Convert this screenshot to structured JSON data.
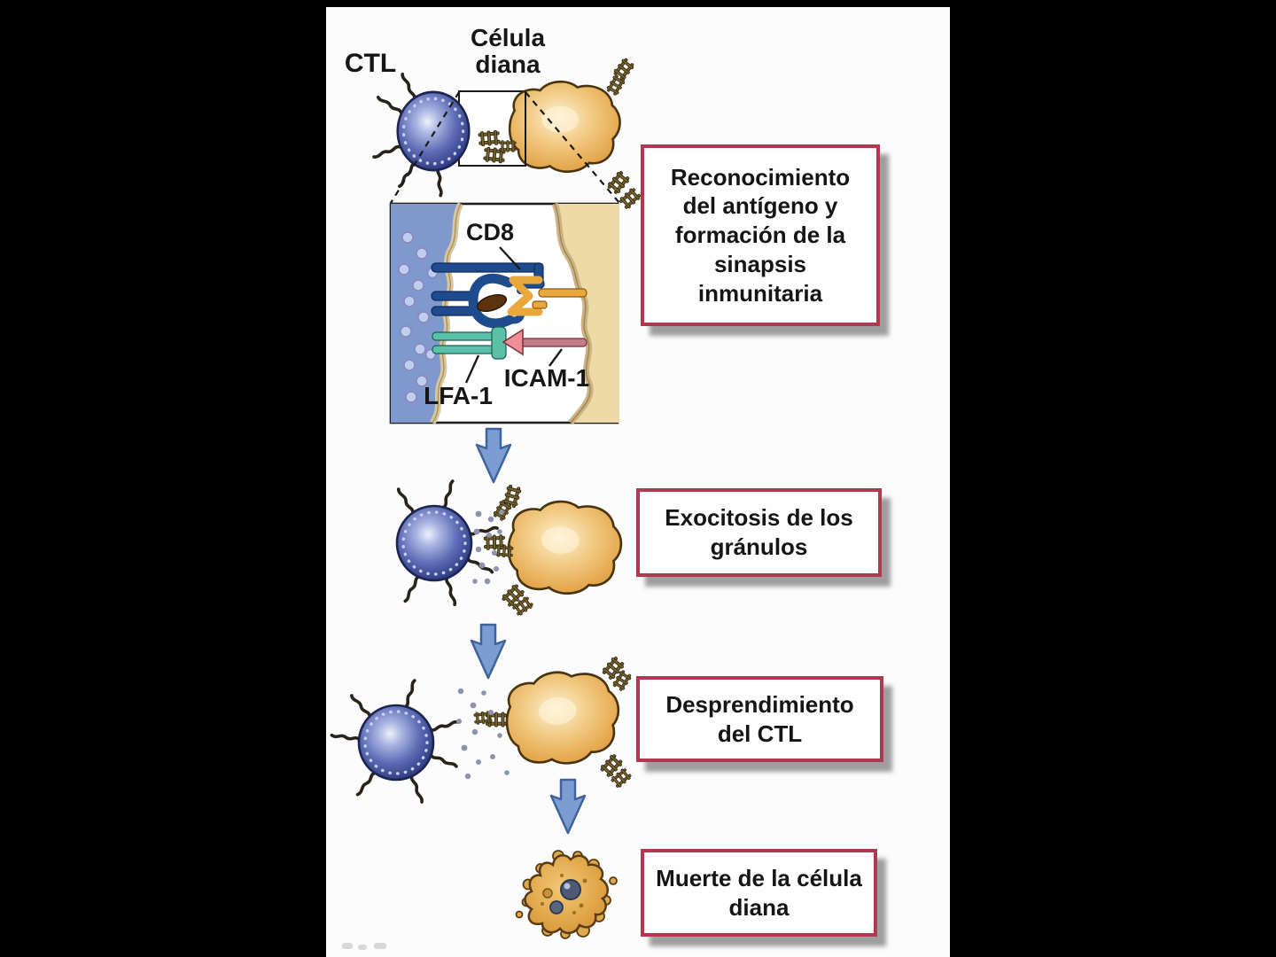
{
  "figure": {
    "top_labels": {
      "ctl": "CTL",
      "target_cell_lines": [
        "Célula",
        "diana"
      ]
    },
    "synapse_labels": {
      "cd8": "CD8",
      "lfa1": "LFA-1",
      "icam1": "ICAM-1"
    },
    "steps": [
      {
        "lines": [
          "Reconocimiento",
          "del antígeno y",
          "formación de la",
          "sinapsis",
          "inmunitaria"
        ]
      },
      {
        "lines": [
          "Exocitosis de los",
          "gránulos"
        ]
      },
      {
        "lines": [
          "Desprendimiento",
          "del CTL"
        ]
      },
      {
        "lines": [
          "Muerte de la célula",
          "diana"
        ]
      }
    ]
  },
  "icons": {
    "step_arrow": "down-arrow",
    "receptor": "tcr-receptor-ladder",
    "appendage": "cell-appendage-squiggle"
  },
  "colors": {
    "background": "#000000",
    "panel_bg": "#fcfcfc",
    "box_border": "#ae3a52",
    "box_text": "#151515",
    "arrow_fill": "#7b9dd2",
    "arrow_stroke": "#3f639c",
    "ctl_cell_blue": "#4d5dab",
    "target_cell_orange": "#e2a64c",
    "cd8_blue": "#1e4a8e",
    "mhc_orange": "#e8a83c",
    "lfa1_teal": "#5bbfa9",
    "icam1_rose": "#c27e86"
  }
}
